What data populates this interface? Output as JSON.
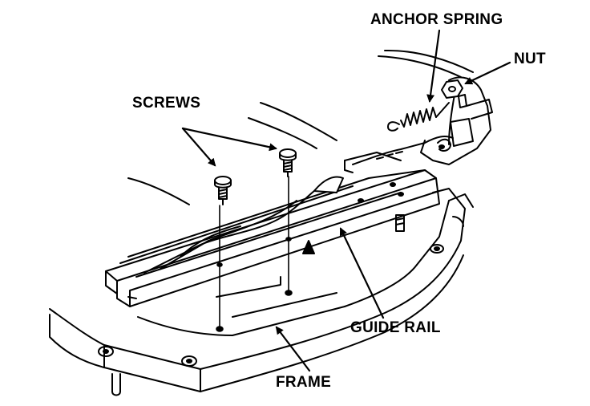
{
  "labels": {
    "anchor_spring": "ANCHOR SPRING",
    "nut": "NUT",
    "screws": "SCREWS",
    "guide_rail": "GUIDE RAIL",
    "frame": "FRAME"
  },
  "colors": {
    "ink": "#000000",
    "paper": "#ffffff"
  }
}
